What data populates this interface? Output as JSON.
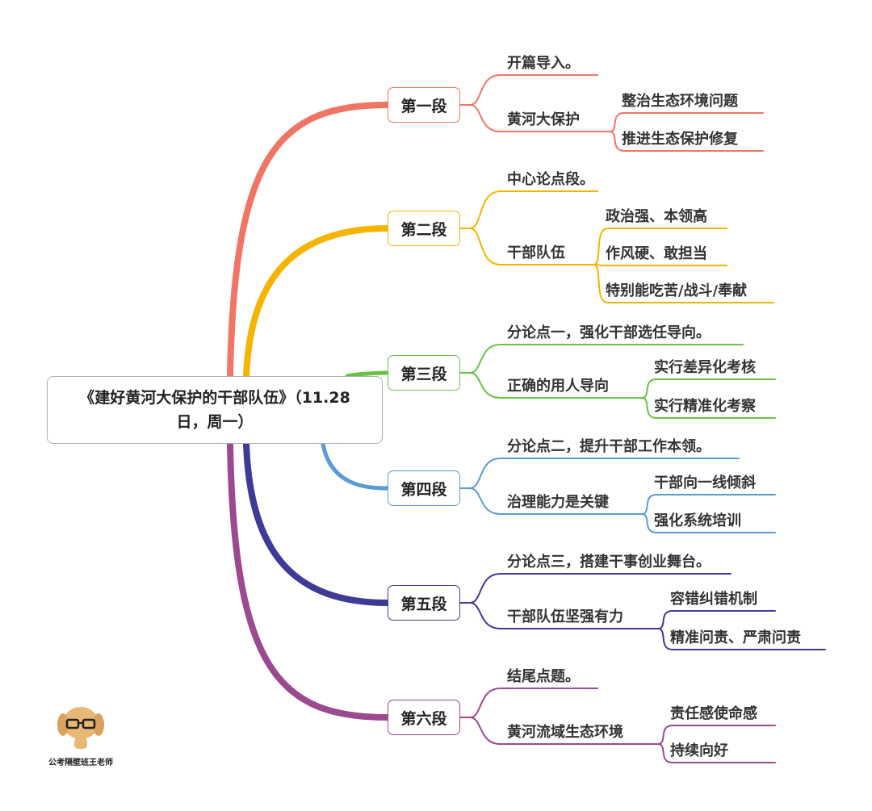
{
  "root": {
    "title": "《建好黄河大保护的干部队伍》（11.28日，周一）"
  },
  "sections": [
    {
      "label": "第一段",
      "color": "#f07565",
      "children": [
        {
          "text": "开篇导入。",
          "children": []
        },
        {
          "text": "黄河大保护",
          "children": [
            "整治生态环境问题",
            "推进生态保护修复"
          ]
        }
      ]
    },
    {
      "label": "第二段",
      "color": "#f5b400",
      "children": [
        {
          "text": "中心论点段。",
          "children": []
        },
        {
          "text": "干部队伍",
          "children": [
            "政治强、本领高",
            "作风硬、敢担当",
            "特别能吃苦/战斗/奉献"
          ]
        }
      ]
    },
    {
      "label": "第三段",
      "color": "#6cc04a",
      "children": [
        {
          "text": "分论点一，强化干部选任导向。",
          "children": []
        },
        {
          "text": "正确的用人导向",
          "children": [
            "实行差异化考核",
            "实行精准化考察"
          ]
        }
      ]
    },
    {
      "label": "第四段",
      "color": "#5b9bd5",
      "children": [
        {
          "text": "分论点二，提升干部工作本领。",
          "children": []
        },
        {
          "text": "治理能力是关键",
          "children": [
            "干部向一线倾斜",
            "强化系统培训"
          ]
        }
      ]
    },
    {
      "label": "第五段",
      "color": "#3f3a96",
      "children": [
        {
          "text": "分论点三，搭建干事创业舞台。",
          "children": []
        },
        {
          "text": "干部队伍坚强有力",
          "children": [
            "容错纠错机制",
            "精准问责、严肃问责"
          ]
        }
      ]
    },
    {
      "label": "第六段",
      "color": "#9b4a8f",
      "children": [
        {
          "text": "结尾点题。",
          "children": []
        },
        {
          "text": "黄河流域生态环境",
          "children": [
            "责任感使命感",
            "持续向好"
          ]
        }
      ]
    }
  ],
  "watermark": {
    "text": "公考隔壁班王老师"
  }
}
